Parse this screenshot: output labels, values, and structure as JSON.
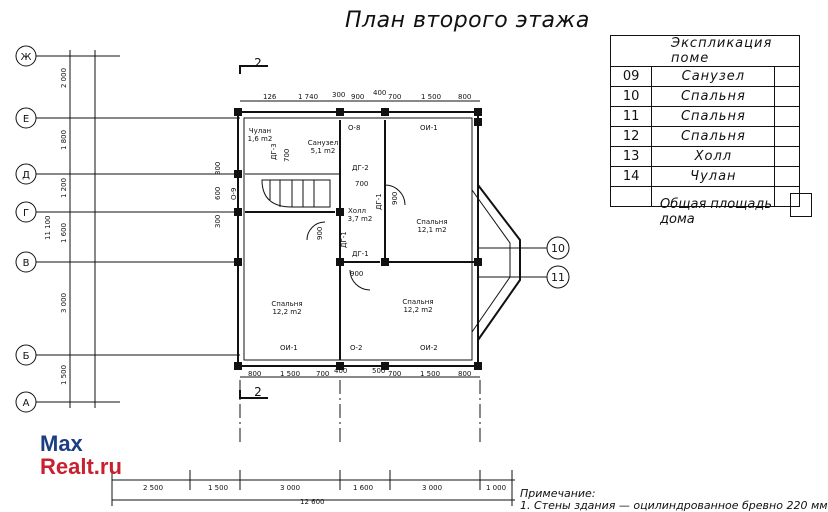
{
  "title": "План второго этажа",
  "explication": {
    "header": "Экспликация поме",
    "rows": [
      {
        "num": "09",
        "name": "Санузел"
      },
      {
        "num": "10",
        "name": "Спальня"
      },
      {
        "num": "11",
        "name": "Спальня"
      },
      {
        "num": "12",
        "name": "Спальня"
      },
      {
        "num": "13",
        "name": "Холл"
      },
      {
        "num": "14",
        "name": "Чулан"
      }
    ],
    "total_label": "Общая площадь дома"
  },
  "axes": [
    "Ж",
    "Е",
    "Д",
    "Г",
    "В",
    "Б",
    "А"
  ],
  "left_dims": [
    "2 000",
    "1 800",
    "1 200",
    "1 600",
    "3 000",
    "1 500"
  ],
  "left_overall": "11 100",
  "top_dims": [
    "126",
    "1 740",
    "300",
    "900",
    "400",
    "700",
    "1 500",
    "800"
  ],
  "bottom_dims": [
    "800",
    "1 500",
    "700",
    "400",
    "500",
    "700",
    "1 500",
    "800"
  ],
  "bottom_row_dims": [
    "2 500",
    "1 500",
    "3 000",
    "1 600",
    "3 000",
    "1 000"
  ],
  "bottom_overall": "12 600",
  "section_marks": [
    "2",
    "2"
  ],
  "callouts": [
    "10",
    "11"
  ],
  "rooms": [
    {
      "name": "Чулан",
      "area": "1,6 m2"
    },
    {
      "name": "Санузел",
      "area": "5,1 m2"
    },
    {
      "name": "Холл",
      "area": "3,7 m2"
    },
    {
      "name": "Спальня",
      "area": "12,1 m2"
    },
    {
      "name": "Спальня",
      "area": "12,2 m2"
    },
    {
      "name": "Спальня",
      "area": "12,2 m2"
    }
  ],
  "openings": {
    "windows": [
      "ОИ-1",
      "ОИ-1",
      "ОИ-2",
      "О-8",
      "О-2",
      "О-9"
    ],
    "doors": [
      "ДГ-3",
      "ДГ-2",
      "ДГ-1",
      "ДГ-1",
      "ДГ-1"
    ],
    "door_dims": [
      "700",
      "700",
      "900",
      "900",
      "900"
    ],
    "side_dims": [
      "300",
      "600",
      "300"
    ]
  },
  "logo": {
    "line1": "Max",
    "line2": "Realt.ru"
  },
  "note": {
    "line1": "Примечание:",
    "line2": "1. Стены здания — оцилиндрованное бревно 220 мм"
  }
}
